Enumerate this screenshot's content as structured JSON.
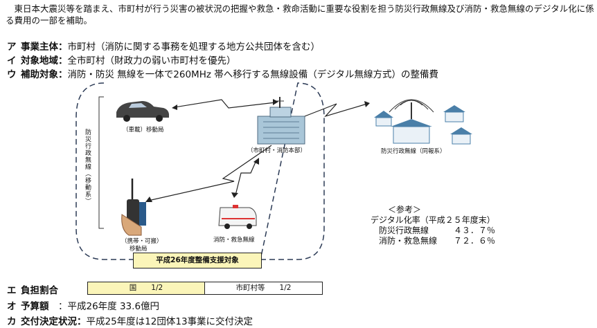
{
  "intro": "　東日本大震災等を踏まえ、市町村が行う災害の被状況の把握や救急・救命活動に重要な役割を担う防災行政無線及び消防・救急無線のデジタル化に係る費用の一部を補助。",
  "items": [
    {
      "key": "ア",
      "title": "事業主体：",
      "text": "市町村（消防に関する事務を処理する地方公共団体を含む）"
    },
    {
      "key": "イ",
      "title": "対象地域：",
      "text": "全市町村（財政力の弱い市町村を優先）"
    },
    {
      "key": "ウ",
      "title": "補助対象：",
      "text": "消防・防災 無線を一体で260MHz 帯へ移行する無線設備（デジタル無線方式）の整備費"
    }
  ],
  "diagram": {
    "vertical_label": "防災行政無線（移動系）",
    "car_label": "（車載）移動局",
    "hq_label": "（市町村・消防本部）",
    "portable_label_1": "（携帯・可搬）",
    "portable_label_2": "移動局",
    "ambulance_label": "消防・救急無線",
    "houses_label": "防災行政無線（同報系）",
    "support_label": "平成26年度整備支援対象"
  },
  "reference": {
    "heading": "＜参考＞",
    "line1": "デジタル化率（平成２５年度末）",
    "line2": "　防災行政無線　　　４３．７％",
    "line3": "　消防・救急無線　　７２．６％"
  },
  "burden": {
    "key": "エ",
    "title": "負担割合",
    "left": "国　　1/2",
    "right": "市町村等　　1/2"
  },
  "budget": {
    "key": "オ",
    "title": "予算額　",
    "text": "：平成26年度 33.6億円"
  },
  "status": {
    "key": "カ",
    "title": "交付決定状況：",
    "text": "平成25年度は12団体13事業に交付決定"
  },
  "colors": {
    "highlight": "#fbf5b9",
    "dash": "#2b3a55",
    "building": "#a9c6d8",
    "house_roof": "#4a7fa8"
  }
}
